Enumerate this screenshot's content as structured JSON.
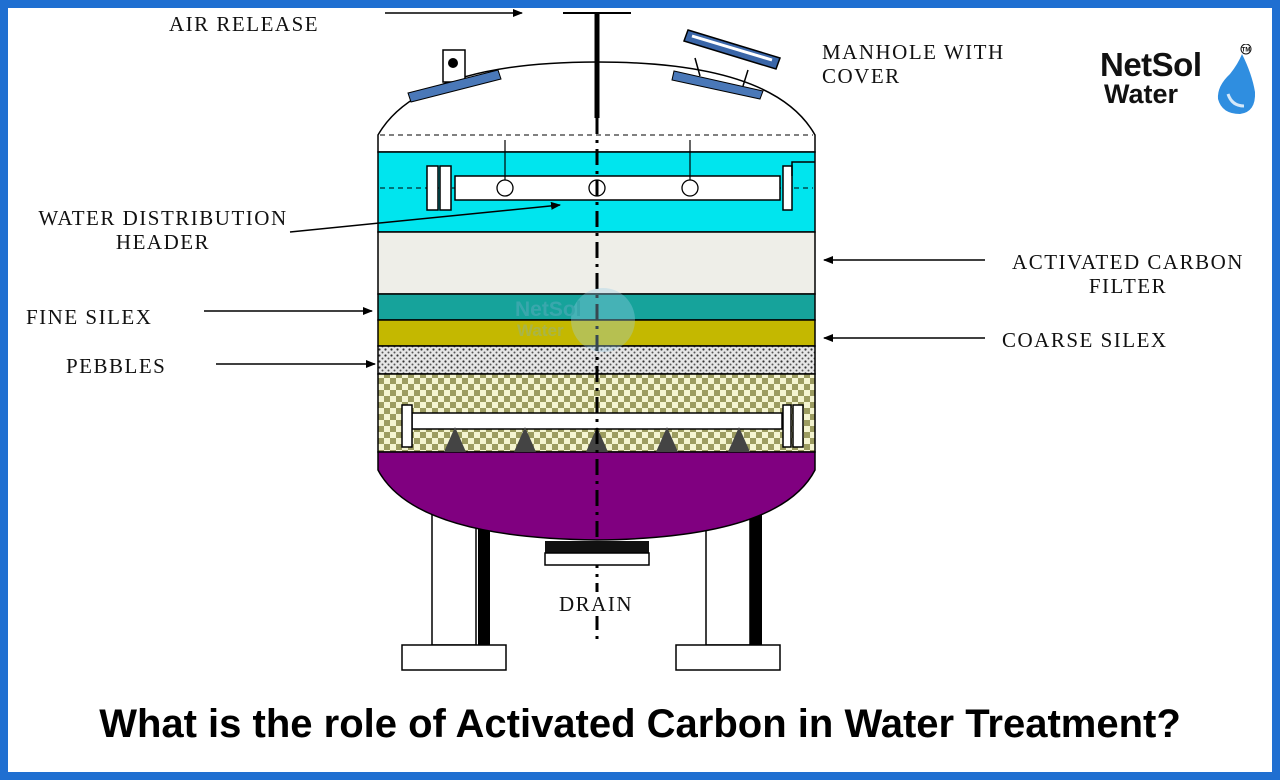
{
  "labels": {
    "air_release": "AIR RELEASE",
    "manhole": "MANHOLE WITH COVER",
    "water_distribution": "WATER DISTRIBUTION HEADER",
    "activated_carbon": "ACTIVATED CARBON FILTER",
    "fine_silex": "FINE SILEX",
    "coarse_silex": "COARSE SILEX",
    "pebbles": "PEBBLES",
    "drain": "DRAIN"
  },
  "logo": {
    "line1": "NetSol",
    "line2": "Water",
    "trademark": "TM"
  },
  "watermark": {
    "line1": "NetSol",
    "line2": "Water"
  },
  "caption": "What is the role of Activated Carbon in Water Treatment?",
  "colors": {
    "frame": "#1f6fd1",
    "water_zone": "#00e5ee",
    "activated_carbon": "#eeeee8",
    "fine_silex": "#16a39b",
    "coarse_silex": "#c4b800",
    "pebbles": "#d8d8d8",
    "gravel_check_a": "#a8a868",
    "gravel_check_b": "#f4f4d0",
    "bottom_dish": "#800080",
    "cover_plate": "#4a78b8"
  }
}
